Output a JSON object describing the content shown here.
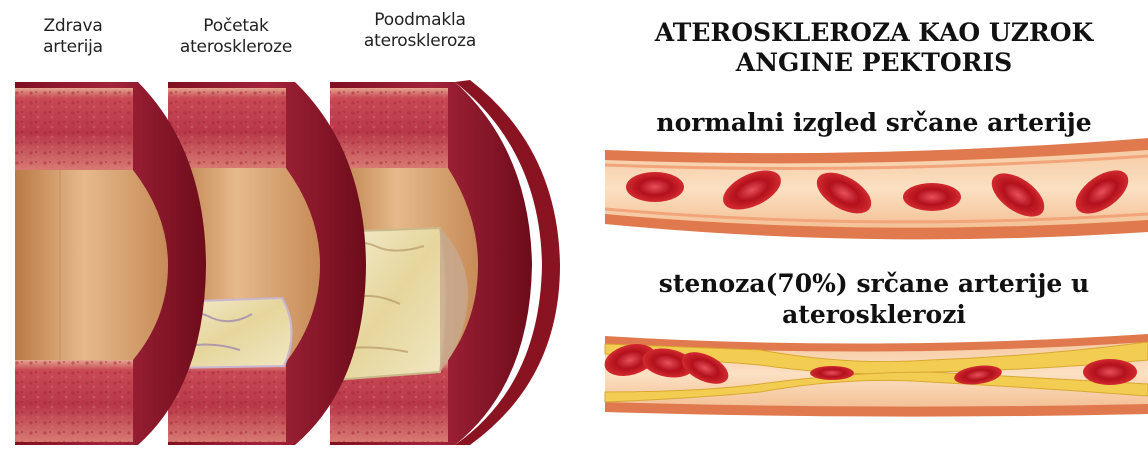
{
  "stages": [
    {
      "line1": "Zdrava",
      "line2": "arterija"
    },
    {
      "line1": "Početak",
      "line2": "ateroskleroze"
    },
    {
      "line1": "Poodmakla",
      "line2": "ateroskleroza"
    }
  ],
  "title": {
    "line1": "ATEROSKLEROZA KAO UZROK",
    "line2": "ANGINE PEKTORIS"
  },
  "normal_caption": "normalni izgled srčane arterije",
  "stenosis_caption": {
    "line1": "stenoza(70%) srčane arterije u",
    "line2": "aterosklerozi"
  },
  "stenosis_percent": 70,
  "colors": {
    "wall_outer": "#c0444f",
    "wall_inner": "#9b1f2e",
    "lumen": "#d9a473",
    "plaque": "#e9dfb2",
    "vessel_wall": "#e07d52",
    "vessel_lumen": "#f7c89d",
    "blood_cell": "#c8141c",
    "stenosis_plaque": "#f3cd52"
  }
}
